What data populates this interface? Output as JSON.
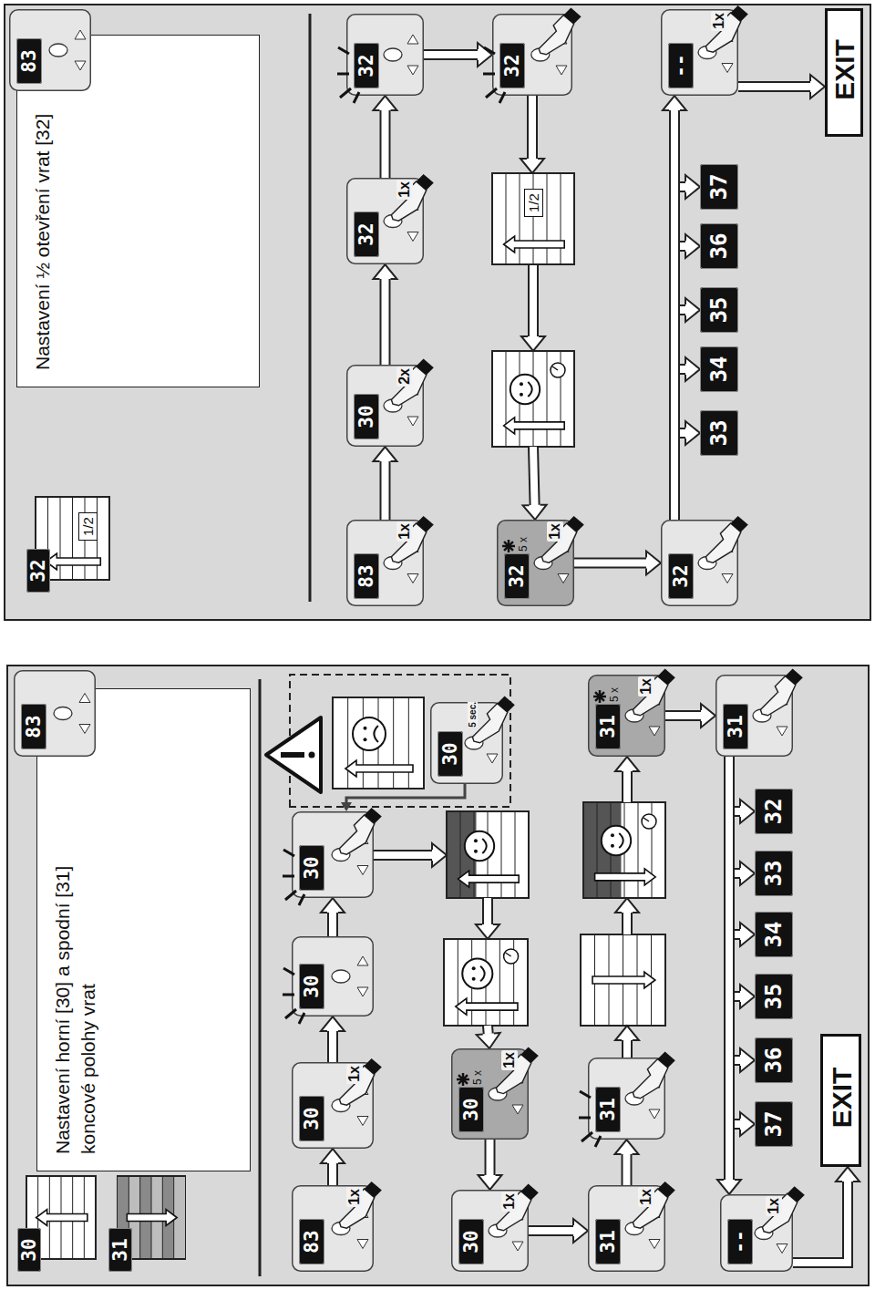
{
  "diagram": {
    "nodes": [
      {
        "text": [
          "Nastavení horní [30] a spodní [31] koncové polohy vrat"
        ]
      },
      {
        "text": [
          "30"
        ]
      },
      {
        "text": [
          "31"
        ]
      },
      {
        "text": [
          "83"
        ]
      },
      {
        "text": [
          "83",
          "1x"
        ]
      },
      {
        "text": [
          "30",
          "1x"
        ]
      },
      {
        "text": [
          "30"
        ]
      },
      {
        "text": [
          "30"
        ]
      },
      {
        "text": [
          "30",
          "5 sec."
        ]
      },
      {
        "text": [
          "30",
          "5 x",
          "1x"
        ]
      },
      {
        "text": [
          "30",
          "1x"
        ]
      },
      {
        "text": [
          "31",
          "1x"
        ]
      },
      {
        "text": [
          "31"
        ]
      },
      {
        "text": [
          "31",
          "5 x",
          "1x"
        ]
      },
      {
        "text": [
          "31"
        ]
      },
      {
        "text": [
          "32"
        ]
      },
      {
        "text": [
          "33"
        ]
      },
      {
        "text": [
          "34"
        ]
      },
      {
        "text": [
          "35"
        ]
      },
      {
        "text": [
          "36"
        ]
      },
      {
        "text": [
          "37"
        ]
      },
      {
        "text": [
          "--",
          "1x"
        ]
      },
      {
        "text": [
          "EXIT"
        ]
      },
      {
        "text": [
          "Nastavení ½ otevření vrat [32]"
        ]
      },
      {
        "text": [
          "83"
        ]
      },
      {
        "text": [
          "32",
          "1/2"
        ]
      },
      {
        "text": [
          "83",
          "1x"
        ]
      },
      {
        "text": [
          "30",
          "2x"
        ]
      },
      {
        "text": [
          "32",
          "1x"
        ]
      },
      {
        "text": [
          "32"
        ]
      },
      {
        "text": [
          "32"
        ]
      },
      {
        "text": [
          "1/2"
        ]
      },
      {
        "text": [
          "32",
          "5 x",
          "1x"
        ]
      },
      {
        "text": [
          "32"
        ]
      },
      {
        "text": [
          "33"
        ]
      },
      {
        "text": [
          "34"
        ]
      },
      {
        "text": [
          "35"
        ]
      },
      {
        "text": [
          "36"
        ]
      },
      {
        "text": [
          "37"
        ]
      },
      {
        "text": [
          "--",
          "1x"
        ]
      },
      {
        "text": [
          "EXIT"
        ]
      }
    ],
    "edges": [
      {
        "from": 4,
        "to": 5,
        "arrow": "to"
      },
      {
        "from": 5,
        "to": 6,
        "arrow": "to"
      },
      {
        "from": 6,
        "to": 7,
        "arrow": "to"
      },
      {
        "from": 8,
        "to": 7,
        "arrow": "to"
      },
      {
        "from": 9,
        "to": 10,
        "arrow": "to"
      },
      {
        "from": 10,
        "to": 11,
        "arrow": "to"
      },
      {
        "from": 11,
        "to": 12,
        "arrow": "to"
      },
      {
        "from": 13,
        "to": 14,
        "arrow": "to"
      },
      {
        "from": 14,
        "to": 15,
        "arrow": "to"
      },
      {
        "from": 14,
        "to": 16,
        "arrow": "to"
      },
      {
        "from": 14,
        "to": 17,
        "arrow": "to"
      },
      {
        "from": 14,
        "to": 18,
        "arrow": "to"
      },
      {
        "from": 14,
        "to": 19,
        "arrow": "to"
      },
      {
        "from": 14,
        "to": 20,
        "arrow": "to"
      },
      {
        "from": 14,
        "to": 21,
        "arrow": "to"
      },
      {
        "from": 21,
        "to": 22,
        "arrow": "to"
      },
      {
        "from": 26,
        "to": 27,
        "arrow": "to"
      },
      {
        "from": 27,
        "to": 28,
        "arrow": "to"
      },
      {
        "from": 28,
        "to": 29,
        "arrow": "to"
      },
      {
        "from": 29,
        "to": 30,
        "arrow": "to"
      },
      {
        "from": 30,
        "to": 31,
        "arrow": "to"
      },
      {
        "from": 32,
        "to": 33,
        "arrow": "to"
      },
      {
        "from": 33,
        "to": 34,
        "arrow": "to"
      },
      {
        "from": 33,
        "to": 35,
        "arrow": "to"
      },
      {
        "from": 33,
        "to": 36,
        "arrow": "to"
      },
      {
        "from": 33,
        "to": 37,
        "arrow": "to"
      },
      {
        "from": 33,
        "to": 38,
        "arrow": "to"
      },
      {
        "from": 33,
        "to": 39,
        "arrow": "to"
      },
      {
        "from": 39,
        "to": 40,
        "arrow": "to"
      }
    ]
  }
}
